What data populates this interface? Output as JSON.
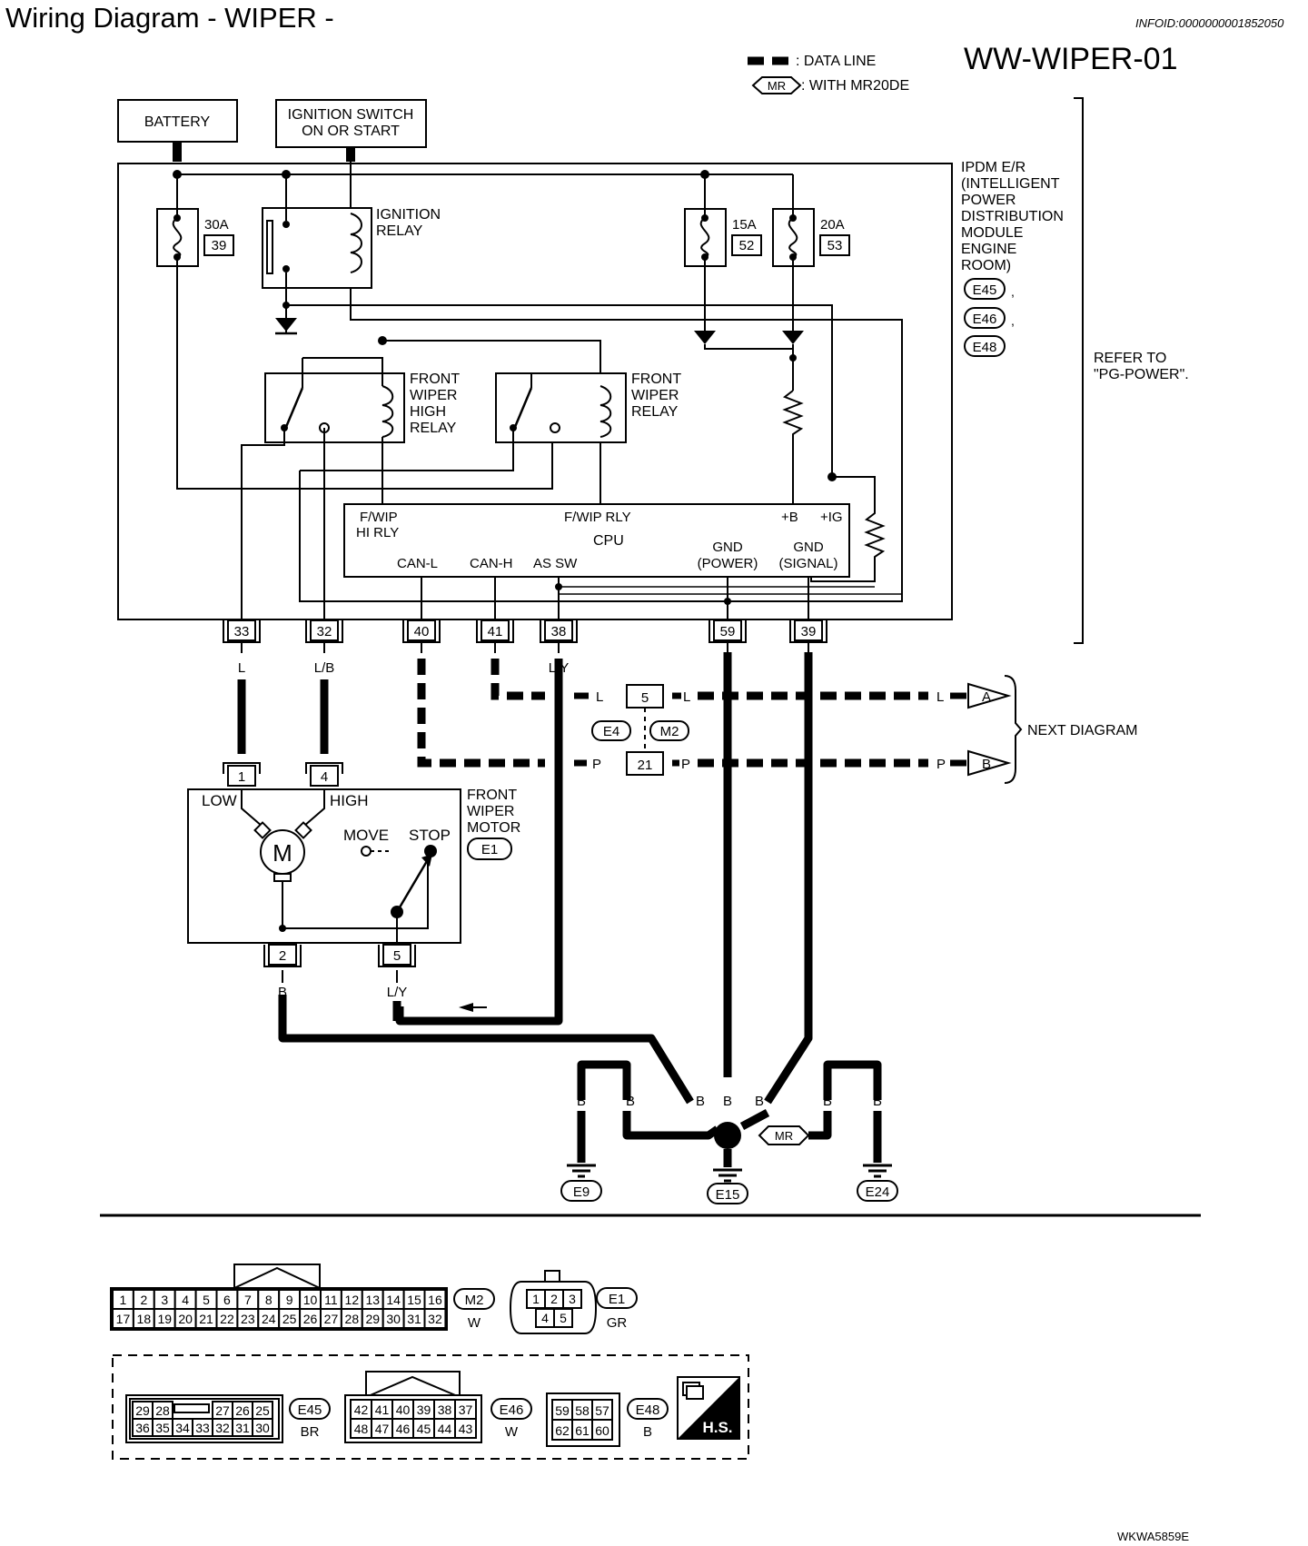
{
  "header": {
    "title": "Wiring Diagram - WIPER -",
    "infoid": "INFOID:0000000001852050",
    "diagram_code": "WW-WIPER-01",
    "footer_code": "WKWA5859E"
  },
  "legend": {
    "data_line": ": DATA LINE",
    "mr_badge": "MR",
    "mr_text": ": WITH MR20DE"
  },
  "sources": {
    "battery": "BATTERY",
    "ignition_line1": "IGNITION SWITCH",
    "ignition_line2": "ON OR START"
  },
  "ipdm": {
    "lines": [
      "IPDM E/R",
      "(INTELLIGENT",
      "POWER",
      "DISTRIBUTION",
      "MODULE",
      "ENGINE",
      "ROOM)"
    ],
    "connectors": [
      "E45",
      "E46",
      "E48"
    ],
    "refer_line1": "REFER TO",
    "refer_line2": "\"PG-POWER\"."
  },
  "fuses": [
    {
      "amp": "30A",
      "num": "39"
    },
    {
      "amp": "15A",
      "num": "52"
    },
    {
      "amp": "20A",
      "num": "53"
    }
  ],
  "relays": {
    "ignition": [
      "IGNITION",
      "RELAY"
    ],
    "high": [
      "FRONT",
      "WIPER",
      "HIGH",
      "RELAY"
    ],
    "wiper": [
      "FRONT",
      "WIPER",
      "RELAY"
    ]
  },
  "cpu": {
    "name": "CPU",
    "fwip_hi_1": "F/WIP",
    "fwip_hi_2": "HI RLY",
    "fwip_rly": "F/WIP RLY",
    "plus_b": "+B",
    "plus_ig": "+IG",
    "can_l": "CAN-L",
    "can_h": "CAN-H",
    "as_sw": "AS SW",
    "gnd_power_1": "GND",
    "gnd_power_2": "(POWER)",
    "gnd_signal_1": "GND",
    "gnd_signal_2": "(SIGNAL)"
  },
  "ipdm_terminals": [
    {
      "num": "33",
      "color": "L"
    },
    {
      "num": "32",
      "color": "L/B"
    },
    {
      "num": "40",
      "color": "P"
    },
    {
      "num": "41",
      "color": "L"
    },
    {
      "num": "38",
      "color": "L/Y"
    },
    {
      "num": "59",
      "color": "B"
    },
    {
      "num": "39",
      "color": "B"
    }
  ],
  "joint": {
    "pin_top": "5",
    "pin_bottom": "21",
    "left": "E4",
    "right": "M2",
    "color_l": "L",
    "color_p": "P",
    "next_a": "A",
    "next_b": "B",
    "next_diagram": "NEXT DIAGRAM"
  },
  "motor": {
    "title": [
      "FRONT",
      "WIPER",
      "MOTOR"
    ],
    "connector": "E1",
    "low": "LOW",
    "high": "HIGH",
    "move": "MOVE",
    "stop": "STOP",
    "symbol": "M",
    "pin_low": "1",
    "pin_high": "4",
    "pin_gnd": "2",
    "pin_stop": "5",
    "color_gnd": "B",
    "color_stop": "L/Y"
  },
  "grounds": {
    "wire_color": "B",
    "mr": "MR",
    "labels": [
      "E9",
      "E15",
      "E24"
    ]
  },
  "connector_views": {
    "m2": {
      "id": "M2",
      "color": "W",
      "row1": [
        "1",
        "2",
        "3",
        "4",
        "5",
        "6",
        "7",
        "8",
        "9",
        "10",
        "11",
        "12",
        "13",
        "14",
        "15",
        "16"
      ],
      "row2": [
        "17",
        "18",
        "19",
        "20",
        "21",
        "22",
        "23",
        "24",
        "25",
        "26",
        "27",
        "28",
        "29",
        "30",
        "31",
        "32"
      ]
    },
    "e1": {
      "id": "E1",
      "color": "GR",
      "row1": [
        "1",
        "2",
        "3"
      ],
      "row2": [
        "4",
        "5"
      ]
    },
    "e45": {
      "id": "E45",
      "color": "BR",
      "row1": [
        "29",
        "28",
        "27",
        "26",
        "25"
      ],
      "row2": [
        "36",
        "35",
        "34",
        "33",
        "32",
        "31",
        "30"
      ]
    },
    "e46": {
      "id": "E46",
      "color": "W",
      "row1": [
        "42",
        "41",
        "40",
        "39",
        "38",
        "37"
      ],
      "row2": [
        "48",
        "47",
        "46",
        "45",
        "44",
        "43"
      ]
    },
    "e48": {
      "id": "E48",
      "color": "B",
      "row1": [
        "59",
        "58",
        "57"
      ],
      "row2": [
        "62",
        "61",
        "60"
      ]
    },
    "hs": "H.S."
  }
}
